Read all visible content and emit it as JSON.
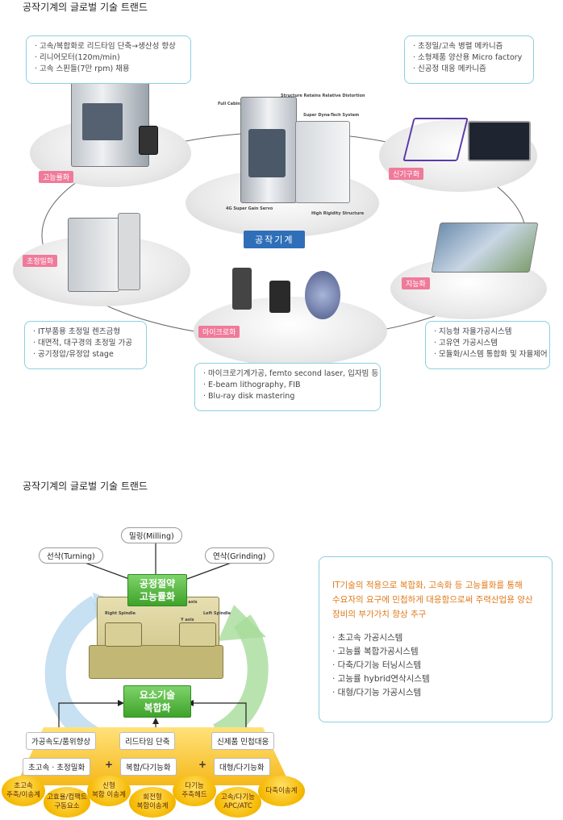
{
  "section1": {
    "title": "공작기계의 글로벌 기술 트랜드",
    "center_label": "공작기계",
    "center_captions": [
      "Full Cabin",
      "Structure Retains Relative Distortion",
      "Super Dyna-Tech System",
      "4G Super Gain Servo",
      "High Rigidity Structure"
    ],
    "nodes": {
      "high_efficiency": "고능률화",
      "ultra_precision": "초정밀화",
      "micro": "마이크로화",
      "intelligent": "지능화",
      "new_mechanism": "신기구화"
    },
    "callouts": {
      "top_left": [
        "· 고속/복합화로 리드타임 단축→생산성 향상",
        "· 리니어모터(120m/min)",
        "· 고속 스핀들(7만 rpm) 채용"
      ],
      "top_right": [
        "· 초정밀/고속 병렬 메카니즘",
        "· 소형제품 양산용 Micro factory",
        "· 신공정 대응 메카니즘"
      ],
      "bottom_left": [
        "· IT부품용 초정밀 렌즈금형",
        "· 대면적, 대구경의 초정밀 가공",
        "· 공기정압/유정압 stage"
      ],
      "bottom_right": [
        "· 지능형 자율가공시스템",
        "· 고유연 가공시스템",
        "· 모듈화/시스템 통합화 및 자율제어"
      ],
      "bottom_center": [
        "· 마이크로기계가공, femto second laser, 입자빔 등",
        "· E-beam lithography, FIB",
        "· Blu-ray disk mastering"
      ]
    }
  },
  "section2": {
    "title": "공작기계의 글로벌 기술 트랜드",
    "top_pills": {
      "milling": "밀링(Milling)",
      "turning": "선삭(Turning)",
      "grinding": "연삭(Grinding)"
    },
    "green_top": [
      "공정절약",
      "고능률화"
    ],
    "green_bottom": [
      "요소기술",
      "복합화"
    ],
    "machine_labels": [
      "Right Spindle",
      "Left Spindle",
      "Z axis",
      "Y axis"
    ],
    "orange_top": [
      "가공속도/품위향상",
      "리드타임 단축",
      "신제품 민첩대응"
    ],
    "orange_bottom": [
      "초고속 · 초정밀화",
      "복합/다기능화",
      "대형/다기능화"
    ],
    "plus": "+",
    "circles": [
      [
        "초고속",
        "주축/이송계"
      ],
      [
        "고효율/컴팩트",
        "구동요소"
      ],
      [
        "신형",
        "복합 이송계"
      ],
      [
        "회전형",
        "복합이송계"
      ],
      [
        "다기능",
        "주축헤드"
      ],
      [
        "고속/다기능",
        "APC/ATC"
      ],
      [
        "다축이송계"
      ]
    ],
    "right_box": {
      "intro": [
        "IT기술의 적용으로 복합화, 고속화 등 고능률화를 통해",
        "수요자의 요구에 민첩하게 대응함으로써 주력산업용 양산",
        "장비의 부가가치 향상 추구"
      ],
      "items": [
        "· 초고속 가공시스템",
        "· 고능률 복합가공시스템",
        "· 다축/다기능 터닝시스템",
        "· 고능률 hybrid연삭시스템",
        "· 대형/다기능 가공시스템"
      ]
    }
  },
  "colors": {
    "accent_blue": "#2f6fb8",
    "tag_pink": "#f07a9a",
    "callout_border": "#8ccfe0",
    "green": "#3ea32a",
    "orange": "#f5b800",
    "intro_text": "#e07a1a"
  }
}
